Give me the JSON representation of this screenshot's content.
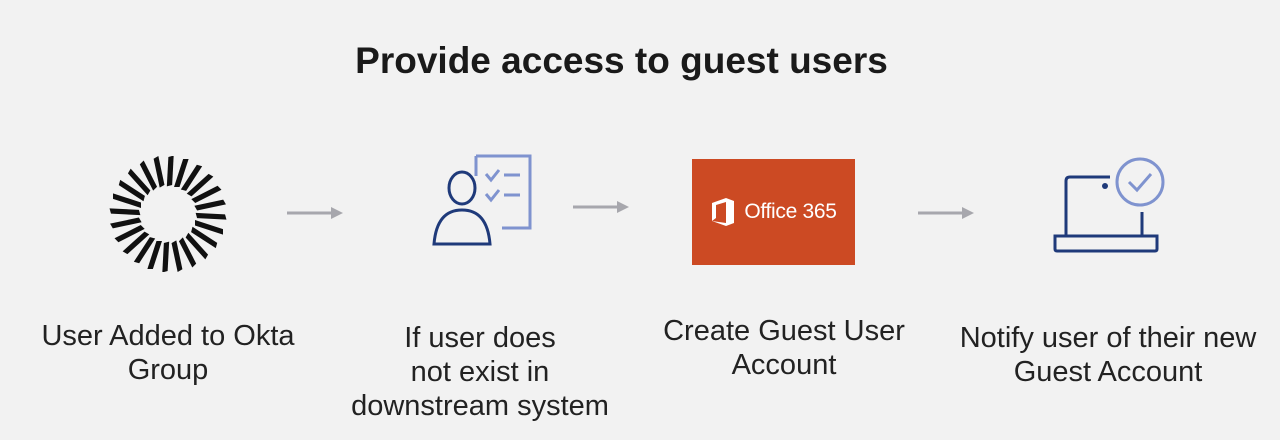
{
  "title": "Provide access to guest users",
  "steps": [
    {
      "caption_lines": [
        "User Added to Okta",
        "Group"
      ],
      "icon": "okta-logo-icon"
    },
    {
      "caption_lines": [
        "If user does",
        "not exist in",
        "downstream system"
      ],
      "icon": "user-checklist-icon"
    },
    {
      "caption_lines": [
        "Create Guest User",
        "Account"
      ],
      "icon": "office365-logo-icon",
      "logo_text": "Office 365"
    },
    {
      "caption_lines": [
        "Notify user of their new",
        "Guest Account"
      ],
      "icon": "laptop-check-icon"
    }
  ],
  "colors": {
    "background": "#f2f2f2",
    "arrow": "#a7a7ad",
    "icon_dark_blue": "#1f3a7a",
    "icon_light_blue": "#7f93cf",
    "office_orange": "#cc4a23"
  }
}
